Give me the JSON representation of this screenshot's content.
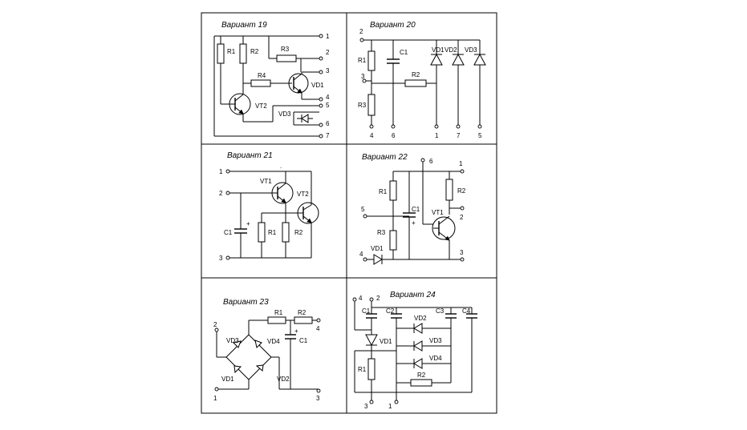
{
  "panels": {
    "v19": {
      "title": "Вариант 19",
      "labels": {
        "r1": "R1",
        "r2": "R2",
        "r3": "R3",
        "r4": "R4",
        "vt2": "VT2",
        "vd1": "VD1",
        "vd3": "VD3"
      },
      "terminals": [
        "1",
        "2",
        "3",
        "4",
        "5",
        "6",
        "7"
      ]
    },
    "v20": {
      "title": "Вариант 20",
      "labels": {
        "r1": "R1",
        "r2": "R2",
        "r3": "R3",
        "c1": "C1",
        "vd1": "VD1",
        "vd2": "VD2",
        "vd3": "VD3"
      },
      "terminals": {
        "t2": "2",
        "t3": "3",
        "t4": "4",
        "t6": "6",
        "t1": "1",
        "t7": "7",
        "t5": "5"
      }
    },
    "v21": {
      "title": "Вариант 21",
      "labels": {
        "vt1": "VT1",
        "vt2": "VT2",
        "c1": "C1",
        "plus": "+",
        "r1": "R1",
        "r2": "R2",
        "dot": "."
      },
      "terminals": {
        "t1": "1",
        "t2": "2",
        "t3": "3"
      }
    },
    "v22": {
      "title": "Вариант 22",
      "labels": {
        "r1": "R1",
        "r2": "R2",
        "r3": "R3",
        "c1": "C1",
        "plus": "+",
        "vt1": "VT1",
        "vd1": "VD1"
      },
      "terminals": {
        "t6": "6",
        "t1": "1",
        "t5": "5",
        "t2": "2",
        "t4": "4",
        "t3": "3"
      }
    },
    "v23": {
      "title": "Вариант 23",
      "labels": {
        "r1": "R1",
        "r2": "R2",
        "c1": "C1",
        "plus": "+",
        "vd3": "VD3",
        "vd4": "VD4",
        "vd1": "VD1",
        "vd2": "VD2"
      },
      "terminals": {
        "t2": "2",
        "t4": "4",
        "t1": "1",
        "t3": "3"
      }
    },
    "v24": {
      "title": "Вариант 24",
      "labels": {
        "c1": "C1",
        "c2": "C2",
        "c3": "C3",
        "c4": "C4",
        "vd1": "VD1",
        "vd2": "VD2",
        "vd3": "VD3",
        "vd4": "VD4",
        "r1": "R1",
        "r2": "R2"
      },
      "terminals": {
        "t4": "4",
        "t2": "2",
        "t3": "3",
        "t1": "1"
      }
    }
  }
}
